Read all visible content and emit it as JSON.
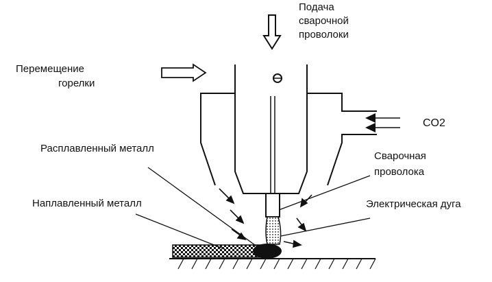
{
  "labels": {
    "wire_feed_line1": "Подача",
    "wire_feed_line2": "сварочной",
    "wire_feed_line3": "проволоки",
    "torch_move_line1": "Перемещение",
    "torch_move_line2": "горелки",
    "gas": "CO2",
    "molten_metal": "Расплавленный металл",
    "welding_wire_line1": "Сварочная",
    "welding_wire_line2": "проволока",
    "deposited_metal": "Наплавленный металл",
    "electric_arc": "Электрическая дуга"
  },
  "colors": {
    "line": "#111111",
    "background": "#ffffff"
  }
}
